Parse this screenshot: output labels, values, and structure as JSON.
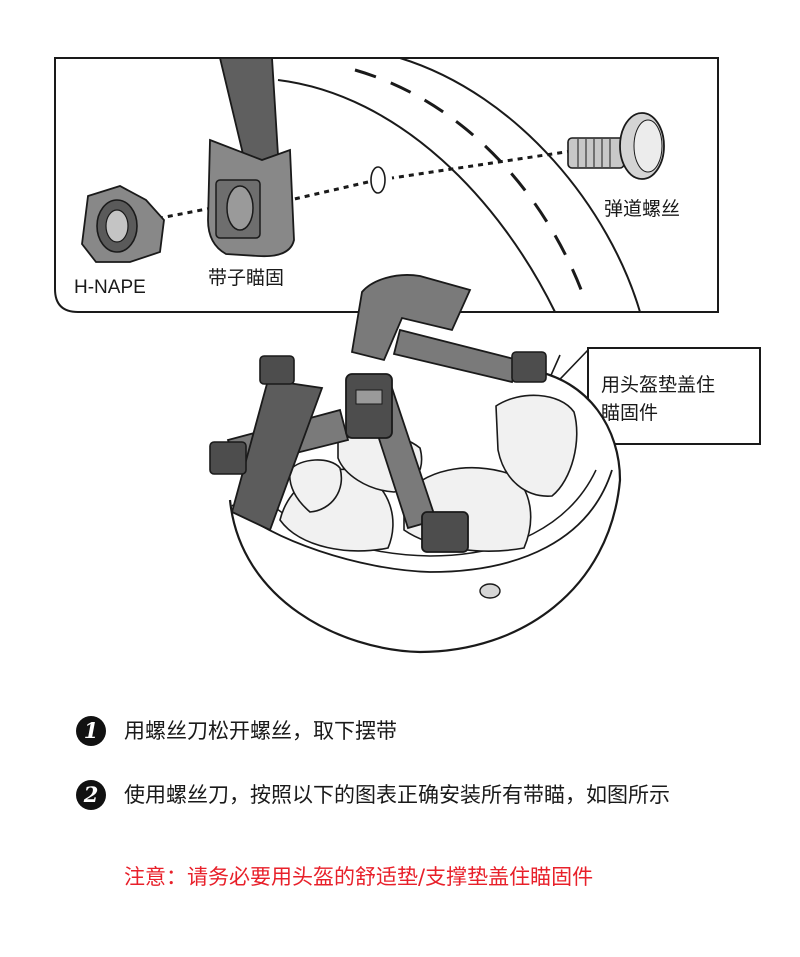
{
  "figure": {
    "labels": {
      "screw": "弹道螺丝",
      "h_nape": "H-NAPE",
      "strap_anchor": "带子瞄固",
      "callout": [
        "用头盔垫盖住",
        "瞄固件"
      ]
    }
  },
  "steps": [
    {
      "num": "1",
      "text": "用螺丝刀松开螺丝，取下摆带"
    },
    {
      "num": "2",
      "text": "使用螺丝刀，按照以下的图表正确安装所有带瞄，如图所示"
    }
  ],
  "note": "注意：请务必要用头盔的舒适垫/支撑垫盖住瞄固件",
  "colors": {
    "note": "#e8202a",
    "strap": "#6a6a6a",
    "line": "#1a1a1a"
  }
}
